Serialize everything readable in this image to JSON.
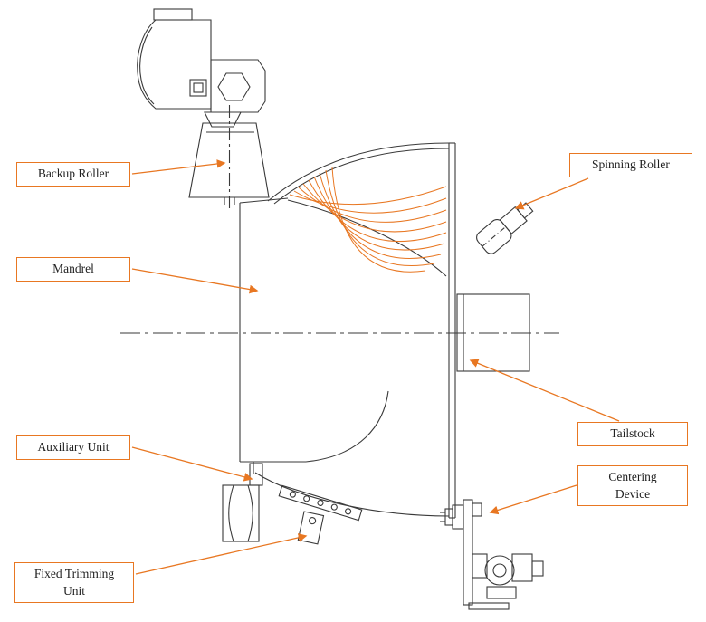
{
  "colors": {
    "accent": "#E87722",
    "line": "#3a3a3a"
  },
  "labels": {
    "backup_roller": {
      "lines": [
        "Backup Roller"
      ]
    },
    "mandrel": {
      "lines": [
        "Mandrel"
      ]
    },
    "auxiliary_unit": {
      "lines": [
        "Auxiliary Unit"
      ]
    },
    "fixed_trimming_unit": {
      "lines": [
        "Fixed Trimming",
        "Unit"
      ]
    },
    "spinning_roller": {
      "lines": [
        "Spinning Roller"
      ]
    },
    "tailstock": {
      "lines": [
        "Tailstock"
      ]
    },
    "centering_device": {
      "lines": [
        "Centering",
        "Device"
      ]
    }
  }
}
